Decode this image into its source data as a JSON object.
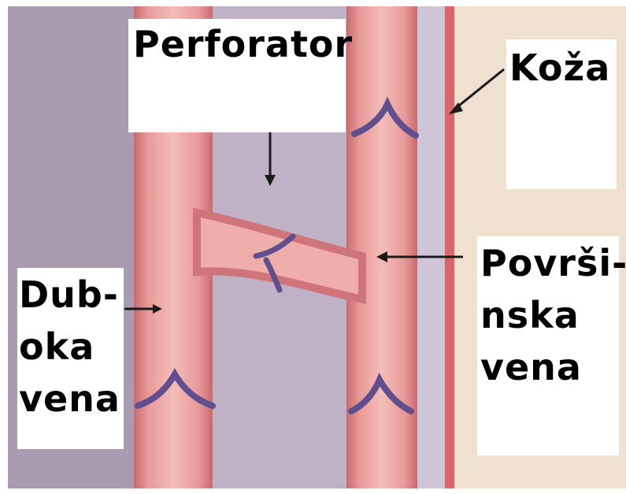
{
  "diagram": {
    "labels": {
      "perforator": "Perforator",
      "skin": "Koža",
      "superficial_vein": [
        "Površi-",
        "nska",
        "vena"
      ],
      "deep_vein": [
        "Dub-",
        "oka",
        "vena"
      ]
    },
    "colors": {
      "deep_tissue": "#a99cb0",
      "muscle_area": "#bfb2c7",
      "vein_wall": "#d07a7a",
      "vein_fill": "#efb0ac",
      "valve": "#5f4f8f",
      "skin": "#f0e0cf",
      "skin_line": "#d8666a",
      "arrow": "#1a1a1a"
    }
  }
}
